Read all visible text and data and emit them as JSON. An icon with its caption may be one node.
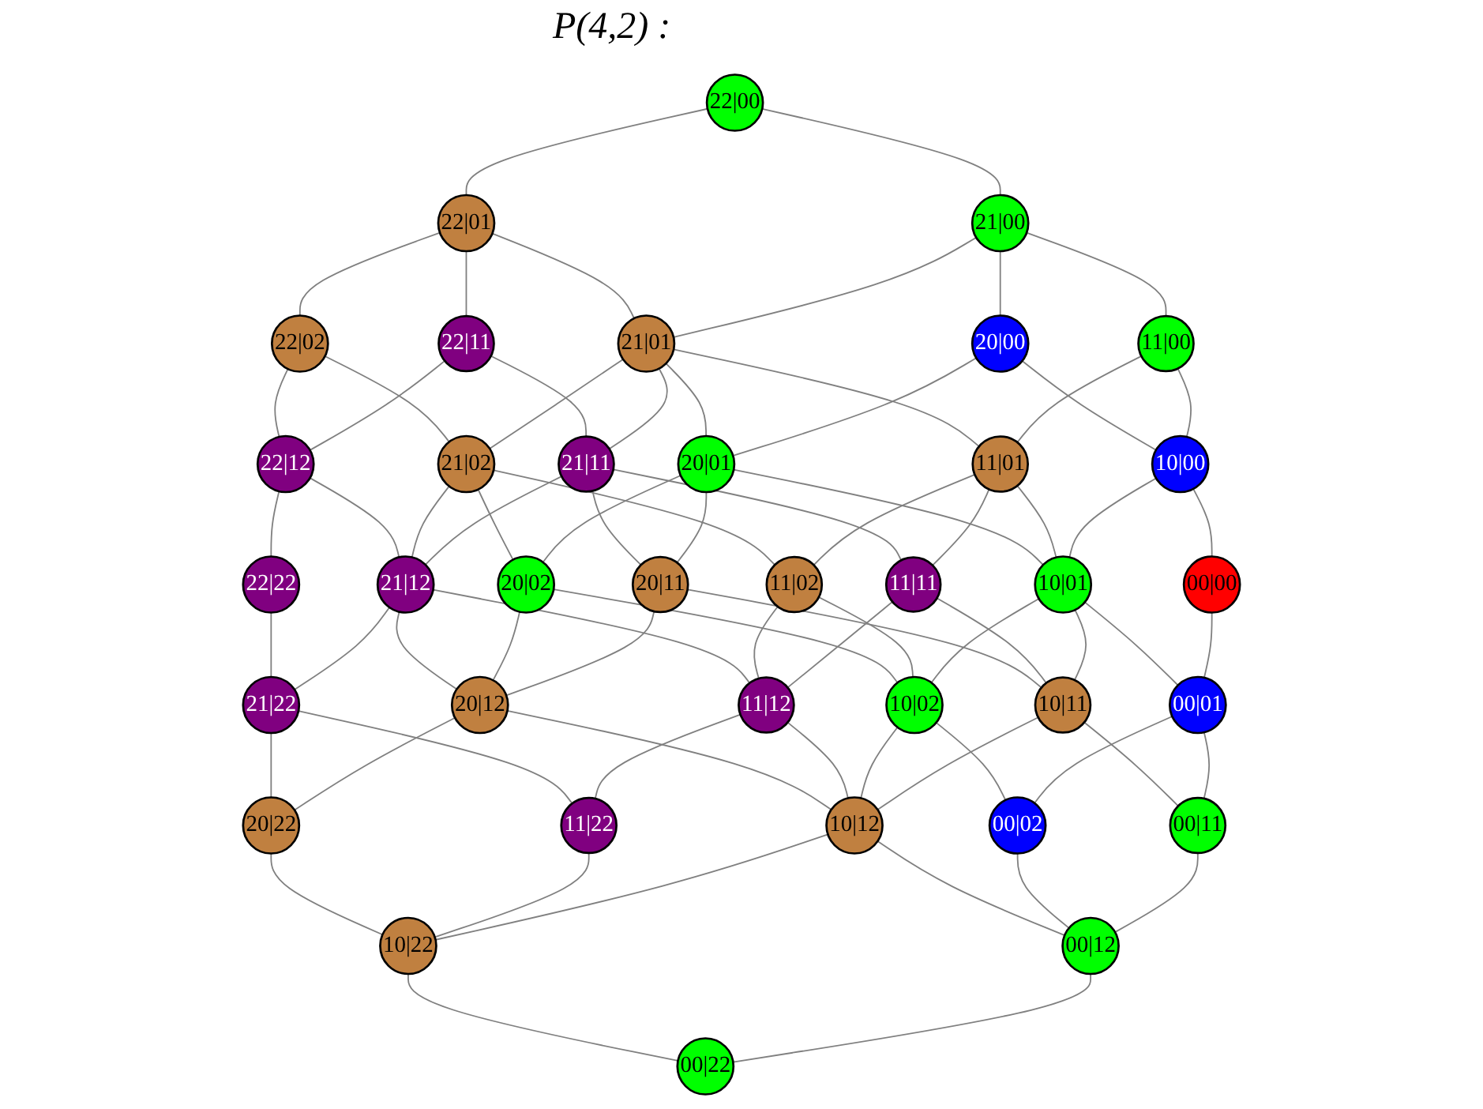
{
  "diagram": {
    "title": "P(4,2) :",
    "nodes": [
      {
        "text": [
          "22|00"
        ]
      },
      {
        "text": [
          "22|01"
        ]
      },
      {
        "text": [
          "21|00"
        ]
      },
      {
        "text": [
          "22|02"
        ]
      },
      {
        "text": [
          "22|11"
        ]
      },
      {
        "text": [
          "21|01"
        ]
      },
      {
        "text": [
          "20|00"
        ]
      },
      {
        "text": [
          "11|00"
        ]
      },
      {
        "text": [
          "22|12"
        ]
      },
      {
        "text": [
          "21|02"
        ]
      },
      {
        "text": [
          "21|11"
        ]
      },
      {
        "text": [
          "20|01"
        ]
      },
      {
        "text": [
          "11|01"
        ]
      },
      {
        "text": [
          "10|00"
        ]
      },
      {
        "text": [
          "22|22"
        ]
      },
      {
        "text": [
          "21|12"
        ]
      },
      {
        "text": [
          "20|02"
        ]
      },
      {
        "text": [
          "20|11"
        ]
      },
      {
        "text": [
          "11|02"
        ]
      },
      {
        "text": [
          "11|11"
        ]
      },
      {
        "text": [
          "10|01"
        ]
      },
      {
        "text": [
          "00|00"
        ]
      },
      {
        "text": [
          "21|22"
        ]
      },
      {
        "text": [
          "20|12"
        ]
      },
      {
        "text": [
          "11|12"
        ]
      },
      {
        "text": [
          "10|02"
        ]
      },
      {
        "text": [
          "10|11"
        ]
      },
      {
        "text": [
          "00|01"
        ]
      },
      {
        "text": [
          "20|22"
        ]
      },
      {
        "text": [
          "11|22"
        ]
      },
      {
        "text": [
          "10|12"
        ]
      },
      {
        "text": [
          "00|02"
        ]
      },
      {
        "text": [
          "00|11"
        ]
      },
      {
        "text": [
          "10|22"
        ]
      },
      {
        "text": [
          "00|12"
        ]
      },
      {
        "text": [
          "00|22"
        ]
      }
    ],
    "edges": [
      {
        "from": 0,
        "to": 2,
        "arrow": "none"
      },
      {
        "from": 0,
        "to": 1,
        "arrow": "none"
      },
      {
        "from": 1,
        "to": 5,
        "arrow": "none"
      },
      {
        "from": 1,
        "to": 3,
        "arrow": "none"
      },
      {
        "from": 1,
        "to": 4,
        "arrow": "none"
      },
      {
        "from": 2,
        "to": 6,
        "arrow": "none"
      },
      {
        "from": 2,
        "to": 7,
        "arrow": "none"
      },
      {
        "from": 2,
        "to": 5,
        "arrow": "none"
      },
      {
        "from": 3,
        "to": 9,
        "arrow": "none"
      },
      {
        "from": 3,
        "to": 8,
        "arrow": "none"
      },
      {
        "from": 4,
        "to": 10,
        "arrow": "none"
      },
      {
        "from": 4,
        "to": 8,
        "arrow": "none"
      },
      {
        "from": 5,
        "to": 11,
        "arrow": "none"
      },
      {
        "from": 5,
        "to": 12,
        "arrow": "none"
      },
      {
        "from": 5,
        "to": 9,
        "arrow": "none"
      },
      {
        "from": 5,
        "to": 10,
        "arrow": "none"
      },
      {
        "from": 6,
        "to": 13,
        "arrow": "none"
      },
      {
        "from": 6,
        "to": 11,
        "arrow": "none"
      },
      {
        "from": 7,
        "to": 13,
        "arrow": "none"
      },
      {
        "from": 7,
        "to": 12,
        "arrow": "none"
      },
      {
        "from": 8,
        "to": 15,
        "arrow": "none"
      },
      {
        "from": 8,
        "to": 14,
        "arrow": "none"
      },
      {
        "from": 9,
        "to": 16,
        "arrow": "none"
      },
      {
        "from": 9,
        "to": 18,
        "arrow": "none"
      },
      {
        "from": 9,
        "to": 15,
        "arrow": "none"
      },
      {
        "from": 10,
        "to": 17,
        "arrow": "none"
      },
      {
        "from": 10,
        "to": 19,
        "arrow": "none"
      },
      {
        "from": 10,
        "to": 15,
        "arrow": "none"
      },
      {
        "from": 11,
        "to": 20,
        "arrow": "none"
      },
      {
        "from": 11,
        "to": 16,
        "arrow": "none"
      },
      {
        "from": 11,
        "to": 17,
        "arrow": "none"
      },
      {
        "from": 12,
        "to": 20,
        "arrow": "none"
      },
      {
        "from": 12,
        "to": 18,
        "arrow": "none"
      },
      {
        "from": 12,
        "to": 19,
        "arrow": "none"
      },
      {
        "from": 13,
        "to": 21,
        "arrow": "none"
      },
      {
        "from": 13,
        "to": 20,
        "arrow": "none"
      },
      {
        "from": 14,
        "to": 22,
        "arrow": "none"
      },
      {
        "from": 15,
        "to": 23,
        "arrow": "none"
      },
      {
        "from": 15,
        "to": 24,
        "arrow": "none"
      },
      {
        "from": 15,
        "to": 22,
        "arrow": "none"
      },
      {
        "from": 16,
        "to": 25,
        "arrow": "none"
      },
      {
        "from": 16,
        "to": 23,
        "arrow": "none"
      },
      {
        "from": 17,
        "to": 26,
        "arrow": "none"
      },
      {
        "from": 17,
        "to": 23,
        "arrow": "none"
      },
      {
        "from": 18,
        "to": 25,
        "arrow": "none"
      },
      {
        "from": 18,
        "to": 24,
        "arrow": "none"
      },
      {
        "from": 19,
        "to": 26,
        "arrow": "none"
      },
      {
        "from": 19,
        "to": 24,
        "arrow": "none"
      },
      {
        "from": 20,
        "to": 27,
        "arrow": "none"
      },
      {
        "from": 20,
        "to": 25,
        "arrow": "none"
      },
      {
        "from": 20,
        "to": 26,
        "arrow": "none"
      },
      {
        "from": 21,
        "to": 27,
        "arrow": "none"
      },
      {
        "from": 22,
        "to": 28,
        "arrow": "none"
      },
      {
        "from": 22,
        "to": 29,
        "arrow": "none"
      },
      {
        "from": 23,
        "to": 30,
        "arrow": "none"
      },
      {
        "from": 23,
        "to": 28,
        "arrow": "none"
      },
      {
        "from": 24,
        "to": 30,
        "arrow": "none"
      },
      {
        "from": 24,
        "to": 29,
        "arrow": "none"
      },
      {
        "from": 25,
        "to": 31,
        "arrow": "none"
      },
      {
        "from": 25,
        "to": 30,
        "arrow": "none"
      },
      {
        "from": 26,
        "to": 32,
        "arrow": "none"
      },
      {
        "from": 26,
        "to": 30,
        "arrow": "none"
      },
      {
        "from": 27,
        "to": 31,
        "arrow": "none"
      },
      {
        "from": 27,
        "to": 32,
        "arrow": "none"
      },
      {
        "from": 28,
        "to": 33,
        "arrow": "none"
      },
      {
        "from": 29,
        "to": 33,
        "arrow": "none"
      },
      {
        "from": 30,
        "to": 34,
        "arrow": "none"
      },
      {
        "from": 30,
        "to": 33,
        "arrow": "none"
      },
      {
        "from": 31,
        "to": 34,
        "arrow": "none"
      },
      {
        "from": 32,
        "to": 34,
        "arrow": "none"
      },
      {
        "from": 33,
        "to": 35,
        "arrow": "none"
      },
      {
        "from": 34,
        "to": 35,
        "arrow": "none"
      }
    ]
  }
}
